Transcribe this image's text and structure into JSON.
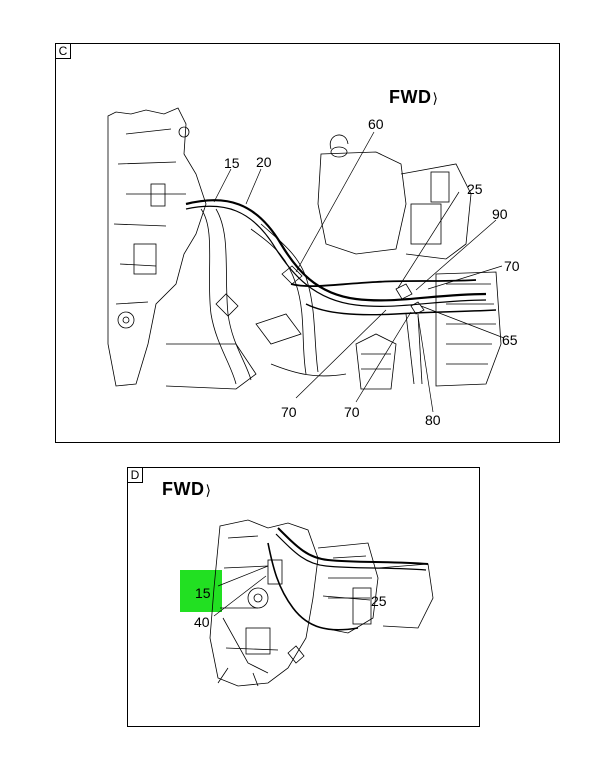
{
  "panel_c": {
    "tag": "C",
    "fwd_label": "FWD",
    "callouts": [
      "60",
      "15",
      "20",
      "25",
      "90",
      "70",
      "65",
      "70",
      "70",
      "80"
    ]
  },
  "panel_d": {
    "tag": "D",
    "fwd_label": "FWD",
    "callouts": [
      "15",
      "40",
      "25"
    ],
    "highlight_color": "#22e022"
  },
  "fwd_arrow_glyph": "⟩"
}
